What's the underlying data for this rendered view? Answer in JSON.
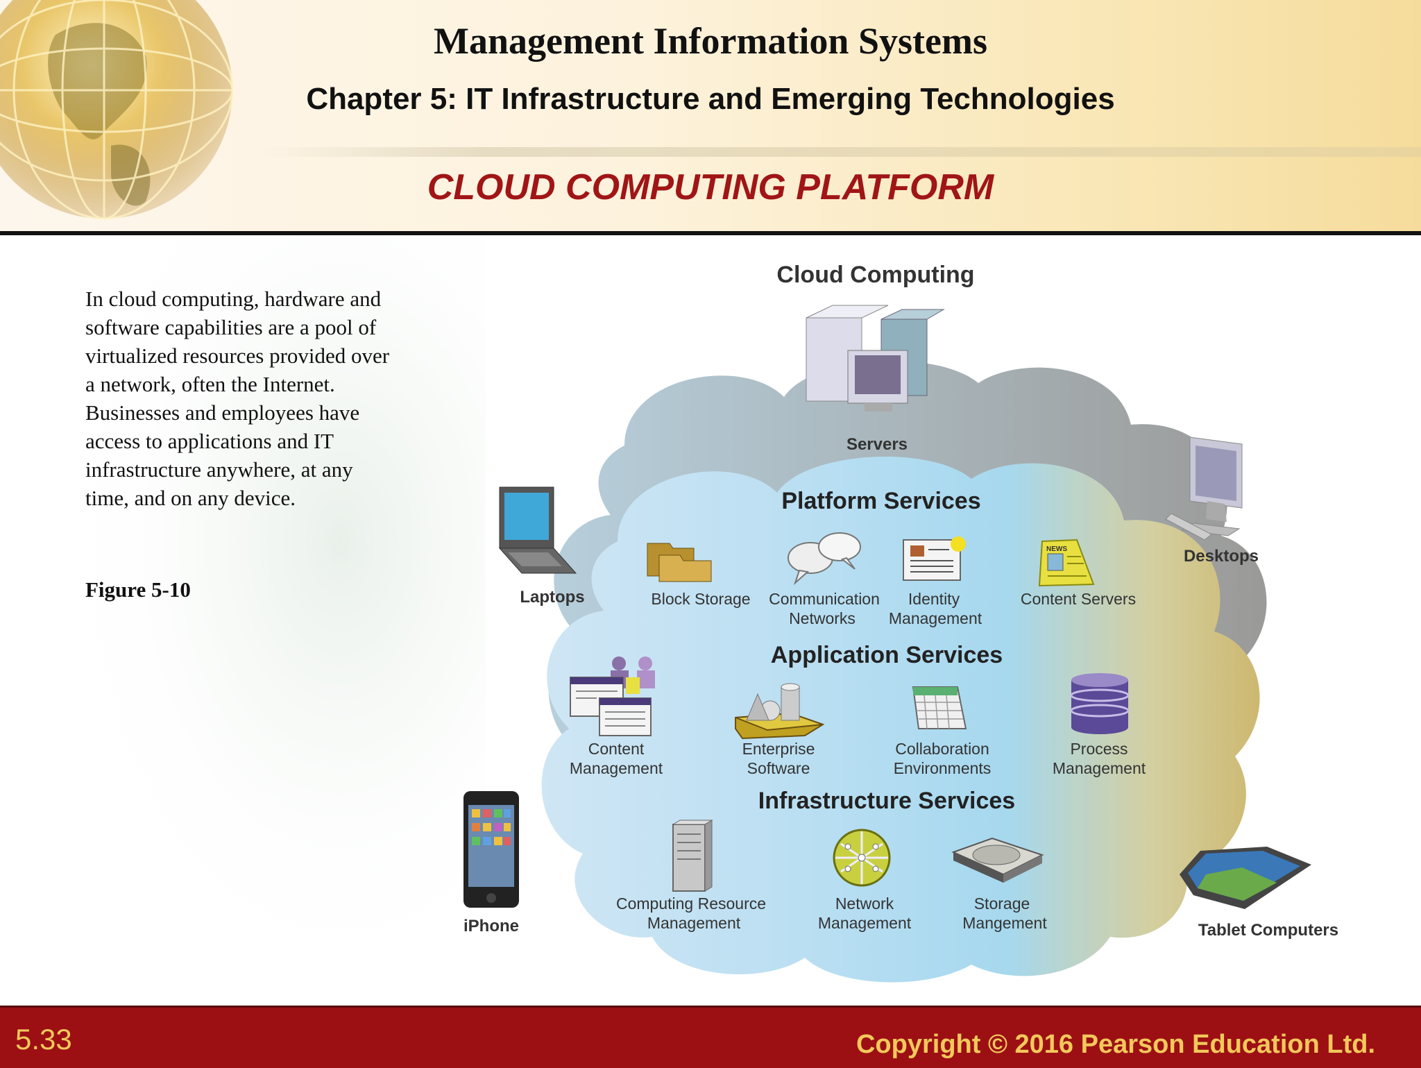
{
  "header": {
    "title": "Management Information Systems",
    "chapter": "Chapter 5: IT Infrastructure and Emerging Technologies",
    "slide_heading": "CLOUD COMPUTING PLATFORM",
    "accent_color": "#a01516"
  },
  "body": {
    "text": "In cloud computing, hardware and software capabilities are a pool of virtualized resources provided over a network, often the Internet. Businesses and employees have access to applications and IT infrastructure anywhere, at any time, and on any device.",
    "figure_label": "Figure 5-10"
  },
  "diagram": {
    "title": "Cloud Computing",
    "servers_label": "Servers",
    "devices": {
      "laptops": "Laptops",
      "desktops": "Desktops",
      "iphone": "iPhone",
      "tablets": "Tablet Computers"
    },
    "platform": {
      "heading": "Platform Services",
      "block_storage": "Block Storage",
      "comm_1": "Communication",
      "comm_2": "Networks",
      "identity_1": "Identity",
      "identity_2": "Management",
      "content_servers": "Content Servers",
      "news_badge": "NEWS"
    },
    "application": {
      "heading": "Application Services",
      "content_1": "Content",
      "content_2": "Management",
      "enterprise_1": "Enterprise",
      "enterprise_2": "Software",
      "collab_1": "Collaboration",
      "collab_2": "Environments",
      "process_1": "Process",
      "process_2": "Management"
    },
    "infrastructure": {
      "heading": "Infrastructure Services",
      "computing_1": "Computing Resource",
      "computing_2": "Management",
      "network_1": "Network",
      "network_2": "Management",
      "storage_1": "Storage",
      "storage_2": "Mangement"
    }
  },
  "footer": {
    "page_number": "5.33",
    "copyright": "Copyright © 2016 Pearson Education Ltd.",
    "bar_color": "#9c1014",
    "text_color": "#f2c85b"
  }
}
